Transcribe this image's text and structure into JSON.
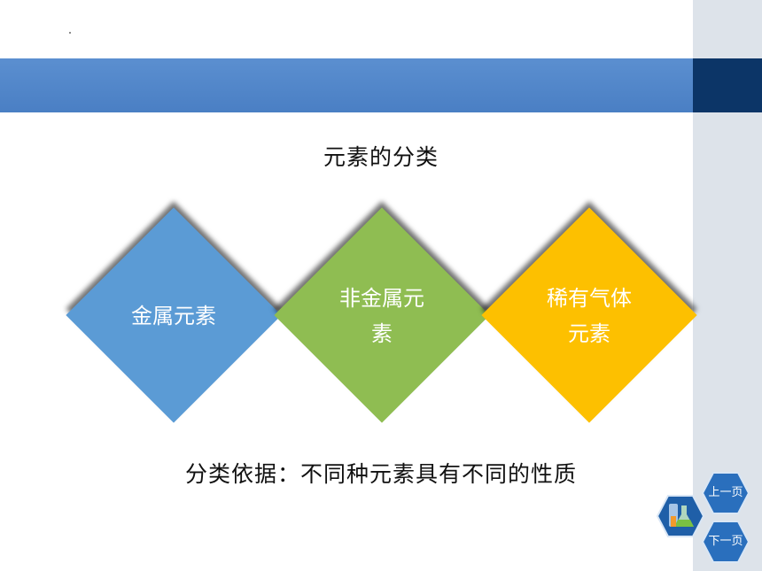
{
  "slide": {
    "title": "元素的分类",
    "basis": "分类依据：不同种元素具有不同的性质"
  },
  "categories": [
    {
      "line1": "金属元素",
      "line2": "",
      "color": "#5b9bd5"
    },
    {
      "line1": "非金属元",
      "line2": "素",
      "color": "#8fbd52"
    },
    {
      "line1": "稀有气体",
      "line2": "元素",
      "color": "#fdc000"
    }
  ],
  "nav": {
    "prev_label": "上一页",
    "next_label": "下一页",
    "icon": "lab-flask-icon"
  },
  "colors": {
    "header_band": "#4a7fc4",
    "header_dark": "#0c3567",
    "side_strip": "#dde3ea"
  }
}
